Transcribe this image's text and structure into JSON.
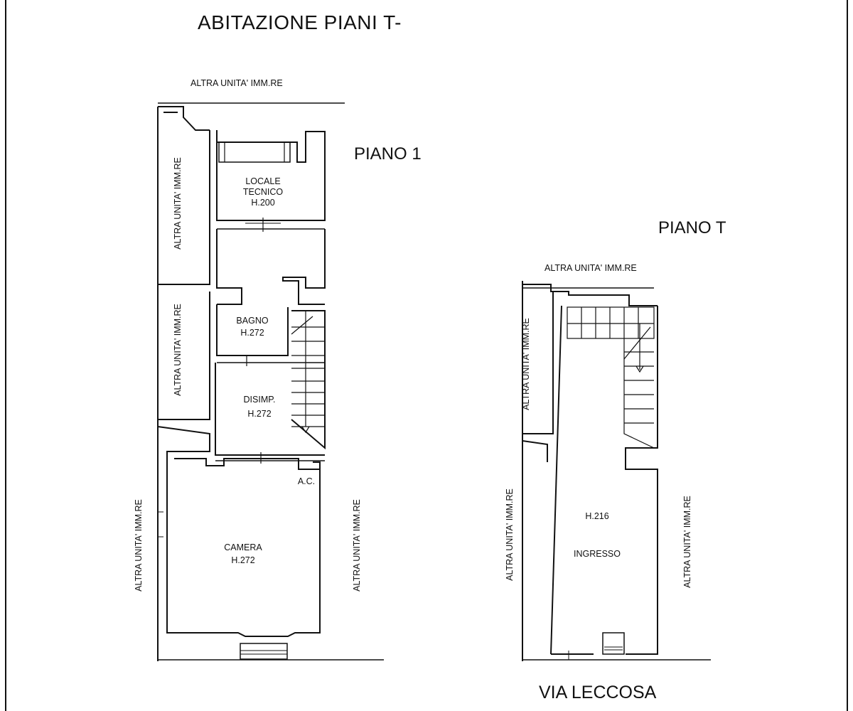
{
  "title": "ABITAZIONE PIANI T-",
  "floor_1": {
    "label": "PIANO 1",
    "unit_top": "ALTRA UNITA' IMM.RE",
    "unit_left_1": "ALTRA UNITA' IMM.RE",
    "unit_left_2": "ALTRA UNITA' IMM.RE",
    "unit_left_3": "ALTRA UNITA' IMM.RE",
    "unit_right": "ALTRA UNITA' IMM.RE",
    "rooms": {
      "locale_tecnico": {
        "name_line1": "LOCALE",
        "name_line2": "TECNICO",
        "height": "H.200"
      },
      "bagno": {
        "name": "BAGNO",
        "height": "H.272"
      },
      "disimp": {
        "name": "DISIMP.",
        "height": "H.272"
      },
      "camera": {
        "name": "CAMERA",
        "height": "H.272"
      },
      "ac": "A.C."
    }
  },
  "floor_t": {
    "label": "PIANO T",
    "unit_top": "ALTRA UNITA' IMM.RE",
    "unit_left_1": "ALTRA UNITA' IMM.RE",
    "unit_left_2": "ALTRA UNITA' IMM.RE",
    "unit_right": "ALTRA UNITA' IMM.RE",
    "rooms": {
      "ingresso": {
        "name": "INGRESSO",
        "height": "H.216"
      }
    }
  },
  "street": "VIA LECCOSA"
}
